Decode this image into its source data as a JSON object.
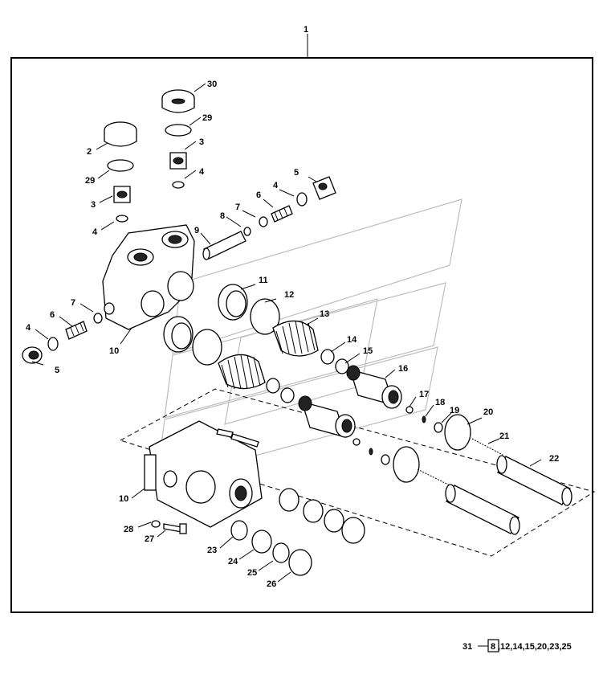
{
  "assembly_callout": "1",
  "parts": [
    {
      "label": "30"
    },
    {
      "label": "29"
    },
    {
      "label": "2"
    },
    {
      "label": "3"
    },
    {
      "label": "29"
    },
    {
      "label": "4"
    },
    {
      "label": "3"
    },
    {
      "label": "5"
    },
    {
      "label": "4"
    },
    {
      "label": "4"
    },
    {
      "label": "6"
    },
    {
      "label": "7"
    },
    {
      "label": "8"
    },
    {
      "label": "9"
    },
    {
      "label": "11"
    },
    {
      "label": "12"
    },
    {
      "label": "7"
    },
    {
      "label": "6"
    },
    {
      "label": "4"
    },
    {
      "label": "10"
    },
    {
      "label": "13"
    },
    {
      "label": "5"
    },
    {
      "label": "14"
    },
    {
      "label": "15"
    },
    {
      "label": "16"
    },
    {
      "label": "17"
    },
    {
      "label": "18"
    },
    {
      "label": "19"
    },
    {
      "label": "20"
    },
    {
      "label": "21"
    },
    {
      "label": "22"
    },
    {
      "label": "10"
    },
    {
      "label": "28"
    },
    {
      "label": "27"
    },
    {
      "label": "23"
    },
    {
      "label": "24"
    },
    {
      "label": "25"
    },
    {
      "label": "26"
    }
  ],
  "kit": {
    "number": "31",
    "boxed_item": "8",
    "items": ",12,14,15,20,23,25"
  }
}
